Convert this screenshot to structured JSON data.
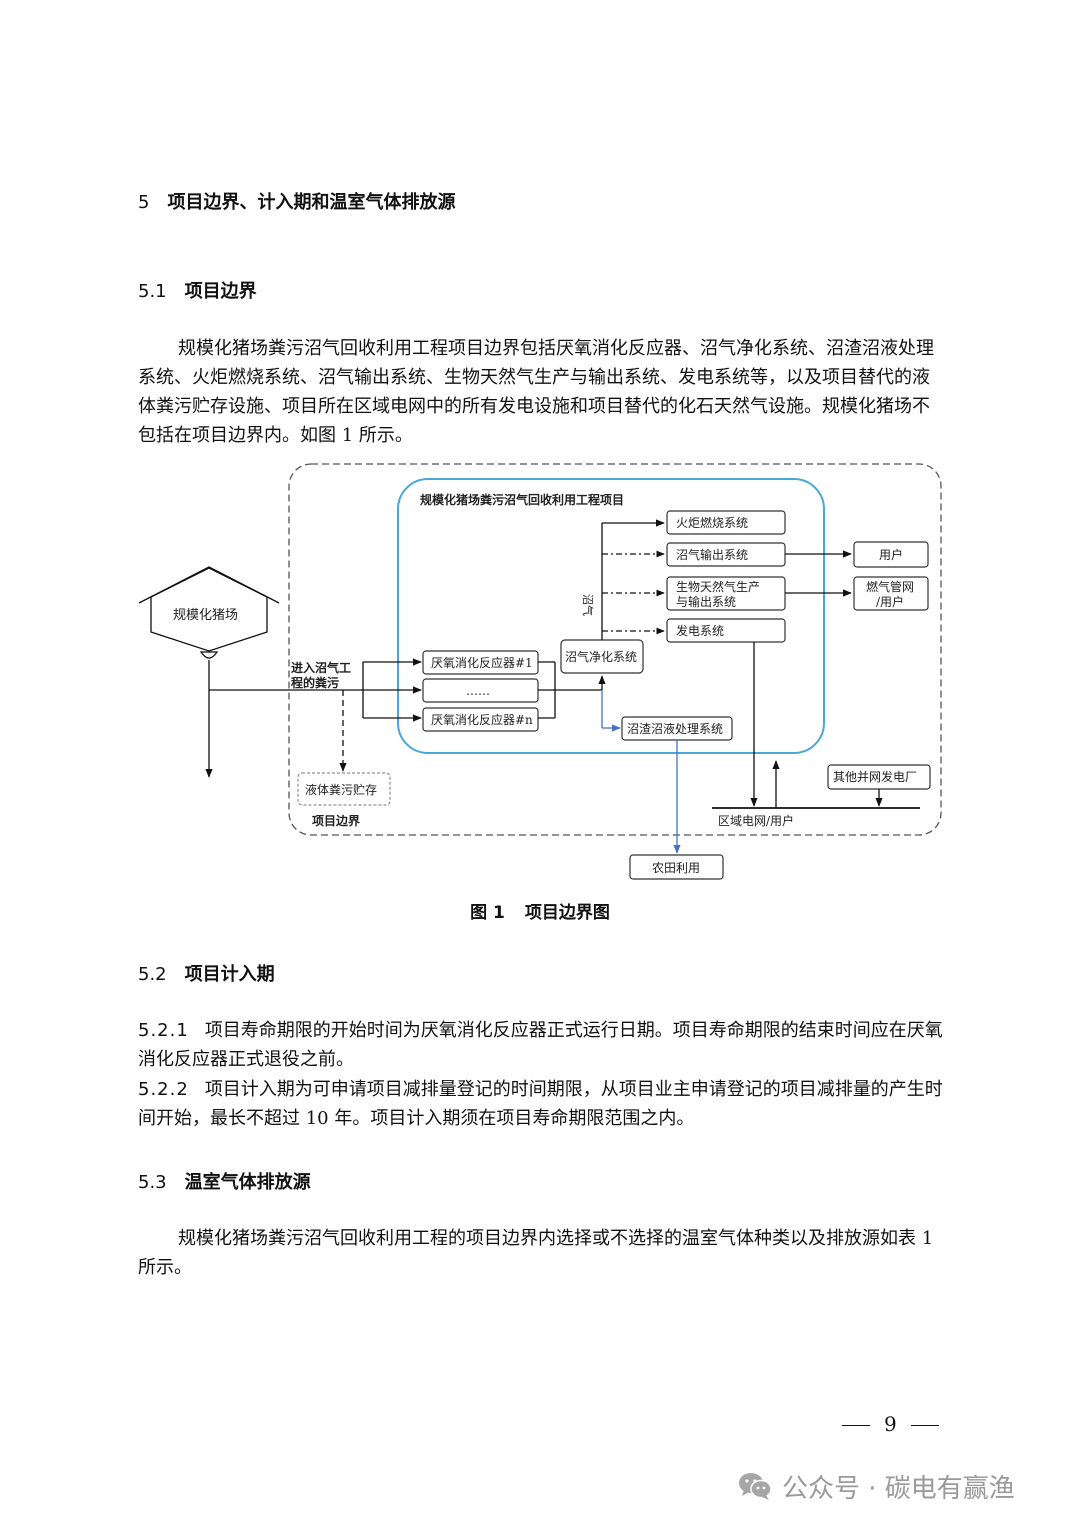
{
  "section5": {
    "number": "5",
    "title": "项目边界、计入期和温室气体排放源"
  },
  "section5_1": {
    "number": "5.1",
    "title": "项目边界",
    "body": "规模化猪场粪污沼气回收利用工程项目边界包括厌氧消化反应器、沼气净化系统、沼渣沼液处理系统、火炬燃烧系统、沼气输出系统、生物天然气生产与输出系统、发电系统等，以及项目替代的液体粪污贮存设施、项目所在区域电网中的所有发电设施和项目替代的化石天然气设施。规模化猪场不包括在项目边界内。如图 1 所示。"
  },
  "figure1": {
    "label": "图 1",
    "title": "项目边界图",
    "project_box_title": "规模化猪场粪污沼气回收利用工程项目",
    "farm": "规模化猪场",
    "influent_line1": "进入沼气工",
    "influent_line2": "程的粪污",
    "reactor1": "厌氧消化反应器#1",
    "reactor_dots": "……",
    "reactor_n": "厌氧消化反应器#n",
    "purification": "沼气净化系统",
    "biogas_vertical": "沼气",
    "flare": "火炬燃烧系统",
    "biogas_output": "沼气输出系统",
    "bng_line1": "生物天然气生产",
    "bng_line2": "与输出系统",
    "power": "发电系统",
    "user": "用户",
    "gas_grid_line1": "燃气管网",
    "gas_grid_line2": "/用户",
    "digestate": "沼渣沼液处理系统",
    "liquid_storage": "液体粪污贮存",
    "boundary_label": "项目边界",
    "other_plants": "其他并网发电厂",
    "regional_grid": "区域电网/用户",
    "farmland": "农田利用"
  },
  "section5_2": {
    "number": "5.2",
    "title": "项目计入期",
    "clause1_num": "5.2.1",
    "clause1": "项目寿命期限的开始时间为厌氧消化反应器正式运行日期。项目寿命期限的结束时间应在厌氧消化反应器正式退役之前。",
    "clause2_num": "5.2.2",
    "clause2": "项目计入期为可申请项目减排量登记的时间期限，从项目业主申请登记的项目减排量的产生时间开始，最长不超过 10 年。项目计入期须在项目寿命期限范围之内。"
  },
  "section5_3": {
    "number": "5.3",
    "title": "温室气体排放源",
    "body": "规模化猪场粪污沼气回收利用工程的项目边界内选择或不选择的温室气体种类以及排放源如表 1 所示。"
  },
  "page_number": "9",
  "watermark": "公众号 · 碳电有赢渔",
  "colors": {
    "blue_boundary": "#4aa8d8",
    "blue_arrow": "#4472c4"
  }
}
